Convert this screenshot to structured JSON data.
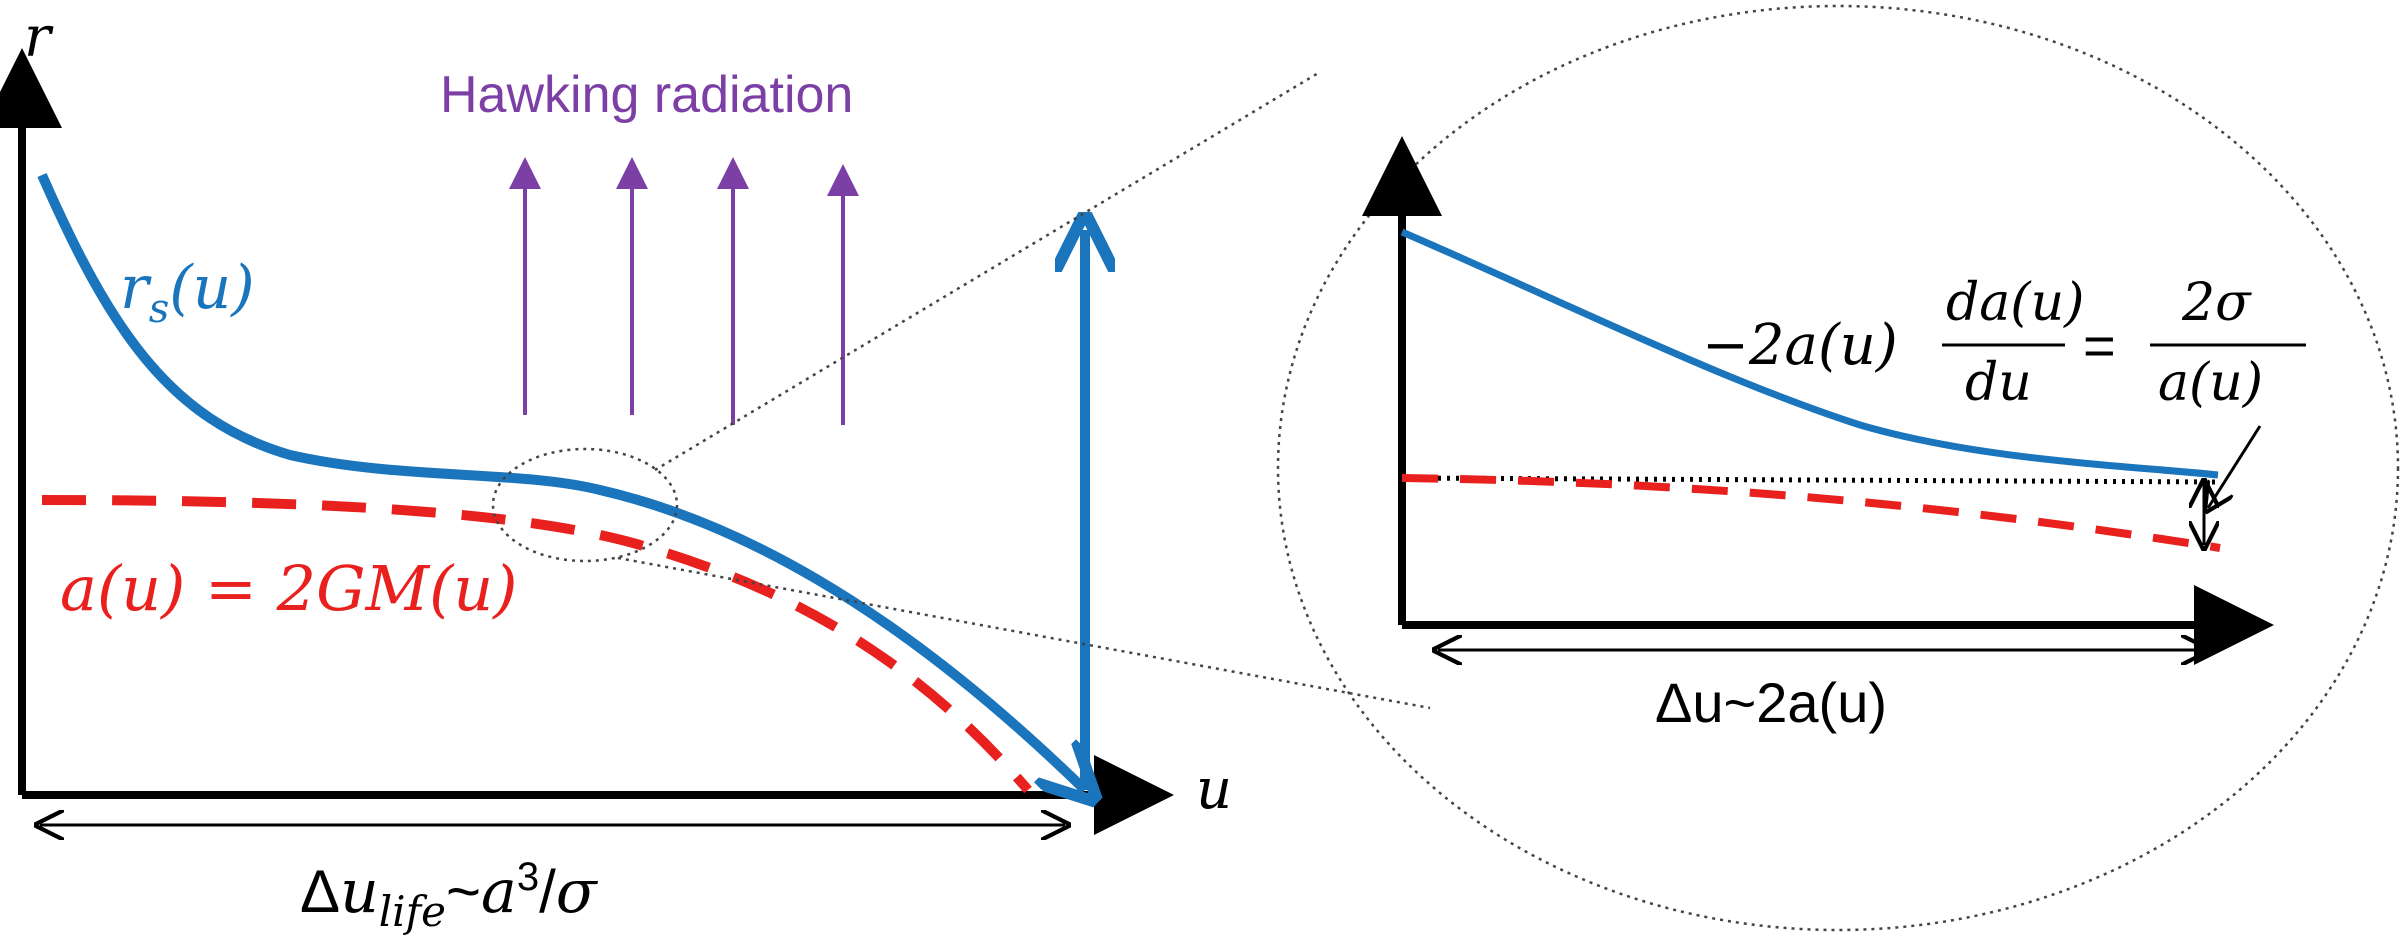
{
  "main_plot": {
    "y_axis_label": "r",
    "x_axis_label": "u",
    "apparent_horizon_label": "r_s(u)",
    "mass_label": "a(u) = 2GM(u)",
    "radiation_label": "Hawking radiation",
    "lifetime_label": "Δu_life ~ a³/σ"
  },
  "zoom_plot": {
    "equation_lhs": "−2a(u)",
    "equation_frac_num": "da(u)",
    "equation_frac_den": "du",
    "equation_eq": "=",
    "equation_rhs_num": "2σ",
    "equation_rhs_den": "a(u)",
    "interval_label": "Δu~2a(u)"
  },
  "colors": {
    "axis": "#000000",
    "horizon_curve": "#1b75bc",
    "mass_curve": "#e8201e",
    "radiation": "#7c3fa6",
    "dotted": "#000000"
  }
}
